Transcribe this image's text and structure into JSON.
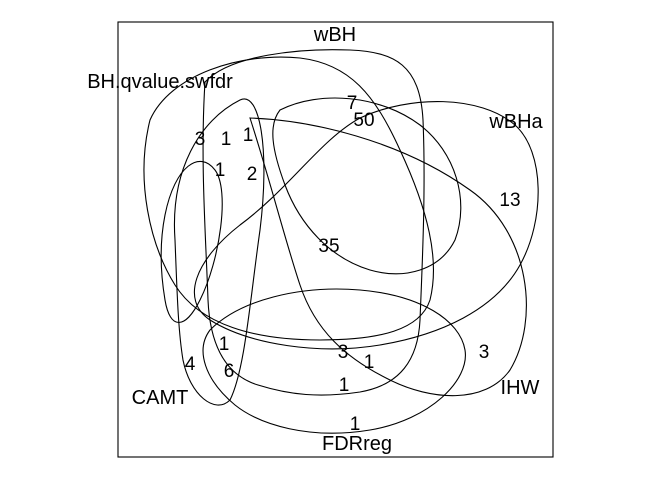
{
  "diagram": {
    "type": "venn",
    "set_count": 6,
    "stroke_color": "#000000",
    "background_color": "#ffffff",
    "sets": [
      {
        "name": "wBH"
      },
      {
        "name": "BH.qvalue.swfdr"
      },
      {
        "name": "wBHa"
      },
      {
        "name": "CAMT"
      },
      {
        "name": "IHW"
      },
      {
        "name": "FDRreg"
      }
    ],
    "region_counts": [
      "7",
      "50",
      "3",
      "1",
      "1",
      "1",
      "2",
      "13",
      "35",
      "1",
      "3",
      "1",
      "4",
      "6",
      "3",
      "1",
      "1"
    ]
  }
}
